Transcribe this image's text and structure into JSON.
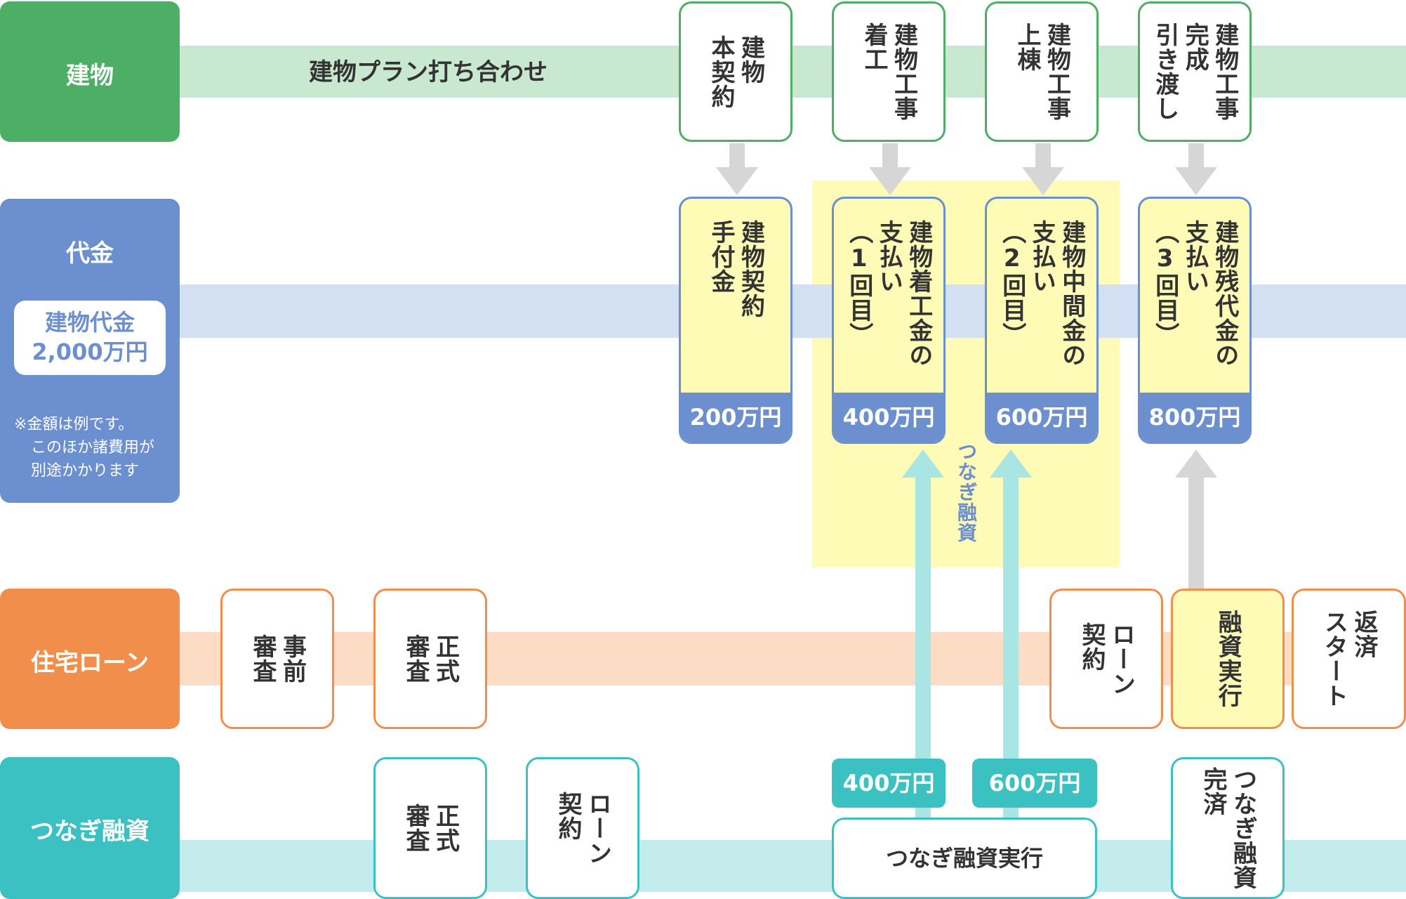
{
  "colors": {
    "building": "#4caf65",
    "building_band": "#c9e8d0",
    "payment": "#6b8fcf",
    "payment_band": "#d3dff2",
    "loan": "#f28e4c",
    "loan_band": "#fcdcc4",
    "bridge": "#3cc1c3",
    "bridge_band": "#c4ecec",
    "highlight": "#fdfbb5",
    "arrow_gray": "#d6d6d6",
    "arrow_teal": "#a9e5e3"
  },
  "categories": {
    "building": "建物",
    "payment": "代金",
    "loan": "住宅ローン",
    "bridge": "つなぎ融資"
  },
  "payment_panel": {
    "total_line1": "建物代金",
    "total_line2": "2,000万円",
    "note_line1": "※金額は例です。",
    "note_line2": "このほか諸費用が",
    "note_line3": "別途かかります"
  },
  "building_row": {
    "band_label": "建物プラン打ち合わせ",
    "steps": [
      "建物\n本契約",
      "建物工事\n着工",
      "建物工事\n上棟",
      "建物工事\n完成\n引き渡し"
    ]
  },
  "payment_row": {
    "steps": [
      {
        "label": "建物契約\n手付金",
        "amount": "200万円"
      },
      {
        "label": "建物着工金の\n支払い\n（1回目）",
        "amount": "400万円"
      },
      {
        "label": "建物中間金の\n支払い\n（2回目）",
        "amount": "600万円"
      },
      {
        "label": "建物残代金の\n支払い\n（3回目）",
        "amount": "800万円"
      }
    ],
    "bridge_note": "つなぎ融資"
  },
  "loan_row": {
    "steps": [
      "事前\n審査",
      "正式\n審査",
      "ローン\n契約",
      "融資実行",
      "返済\nスタート"
    ]
  },
  "bridge_row": {
    "steps": [
      "正式\n審査",
      "ローン\n契約",
      "つなぎ融資実行",
      "つなぎ融資\n完済"
    ],
    "amounts": [
      "400万円",
      "600万円"
    ]
  }
}
